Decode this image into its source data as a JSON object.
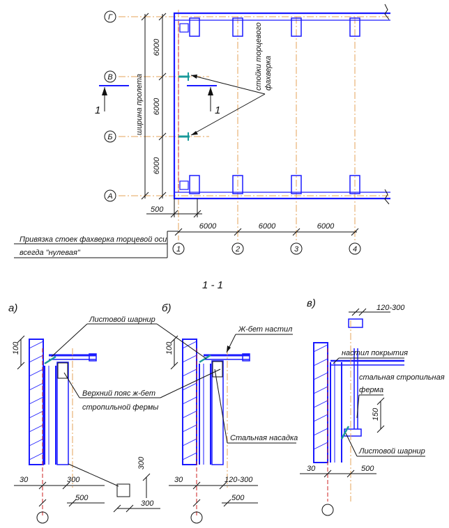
{
  "plan": {
    "axes_letters": [
      "Г",
      "В",
      "Б",
      "А"
    ],
    "axes_numbers": [
      "1",
      "2",
      "3",
      "4"
    ],
    "dims_vertical": [
      "6000",
      "6000",
      "6000"
    ],
    "span_label": "ширина пролета",
    "bay_dims": [
      "6000",
      "6000",
      "6000"
    ],
    "offset_dim": "500",
    "section_mark": "1",
    "posts_label_line1": "стойки торцевого",
    "posts_label_line2": "фахверка",
    "note_line1": "Привязка стоек фахверка торцевой оси",
    "note_line2": "всегда \"нулевая\""
  },
  "section_title": "1 - 1",
  "detail_a": {
    "label": "а)",
    "hinge_label": "Листовой шарнир",
    "chord_label_line1": "Верхний пояс ж-бет",
    "chord_label_line2": "стропильной фермы",
    "dim_100": "100",
    "dim_30": "30",
    "dim_300": "300",
    "dim_500": "500",
    "inset_dim_v": "300",
    "inset_dim_h": "300"
  },
  "detail_b": {
    "label": "б)",
    "deck_label": "Ж-бет настил",
    "steel_cap_label": "Стальная насадка",
    "dim_100": "100",
    "dim_30": "30",
    "dim_range": "120-300",
    "dim_500": "500"
  },
  "detail_v": {
    "label": "в)",
    "dim_top": "120-300",
    "deck_label": "настил покрытия",
    "truss_label_line1": "стальная стропильная",
    "truss_label_line2": "ферма",
    "dim_150": "150",
    "hinge_label": "Листовой шарнир",
    "dim_30": "30",
    "dim_500": "500"
  }
}
